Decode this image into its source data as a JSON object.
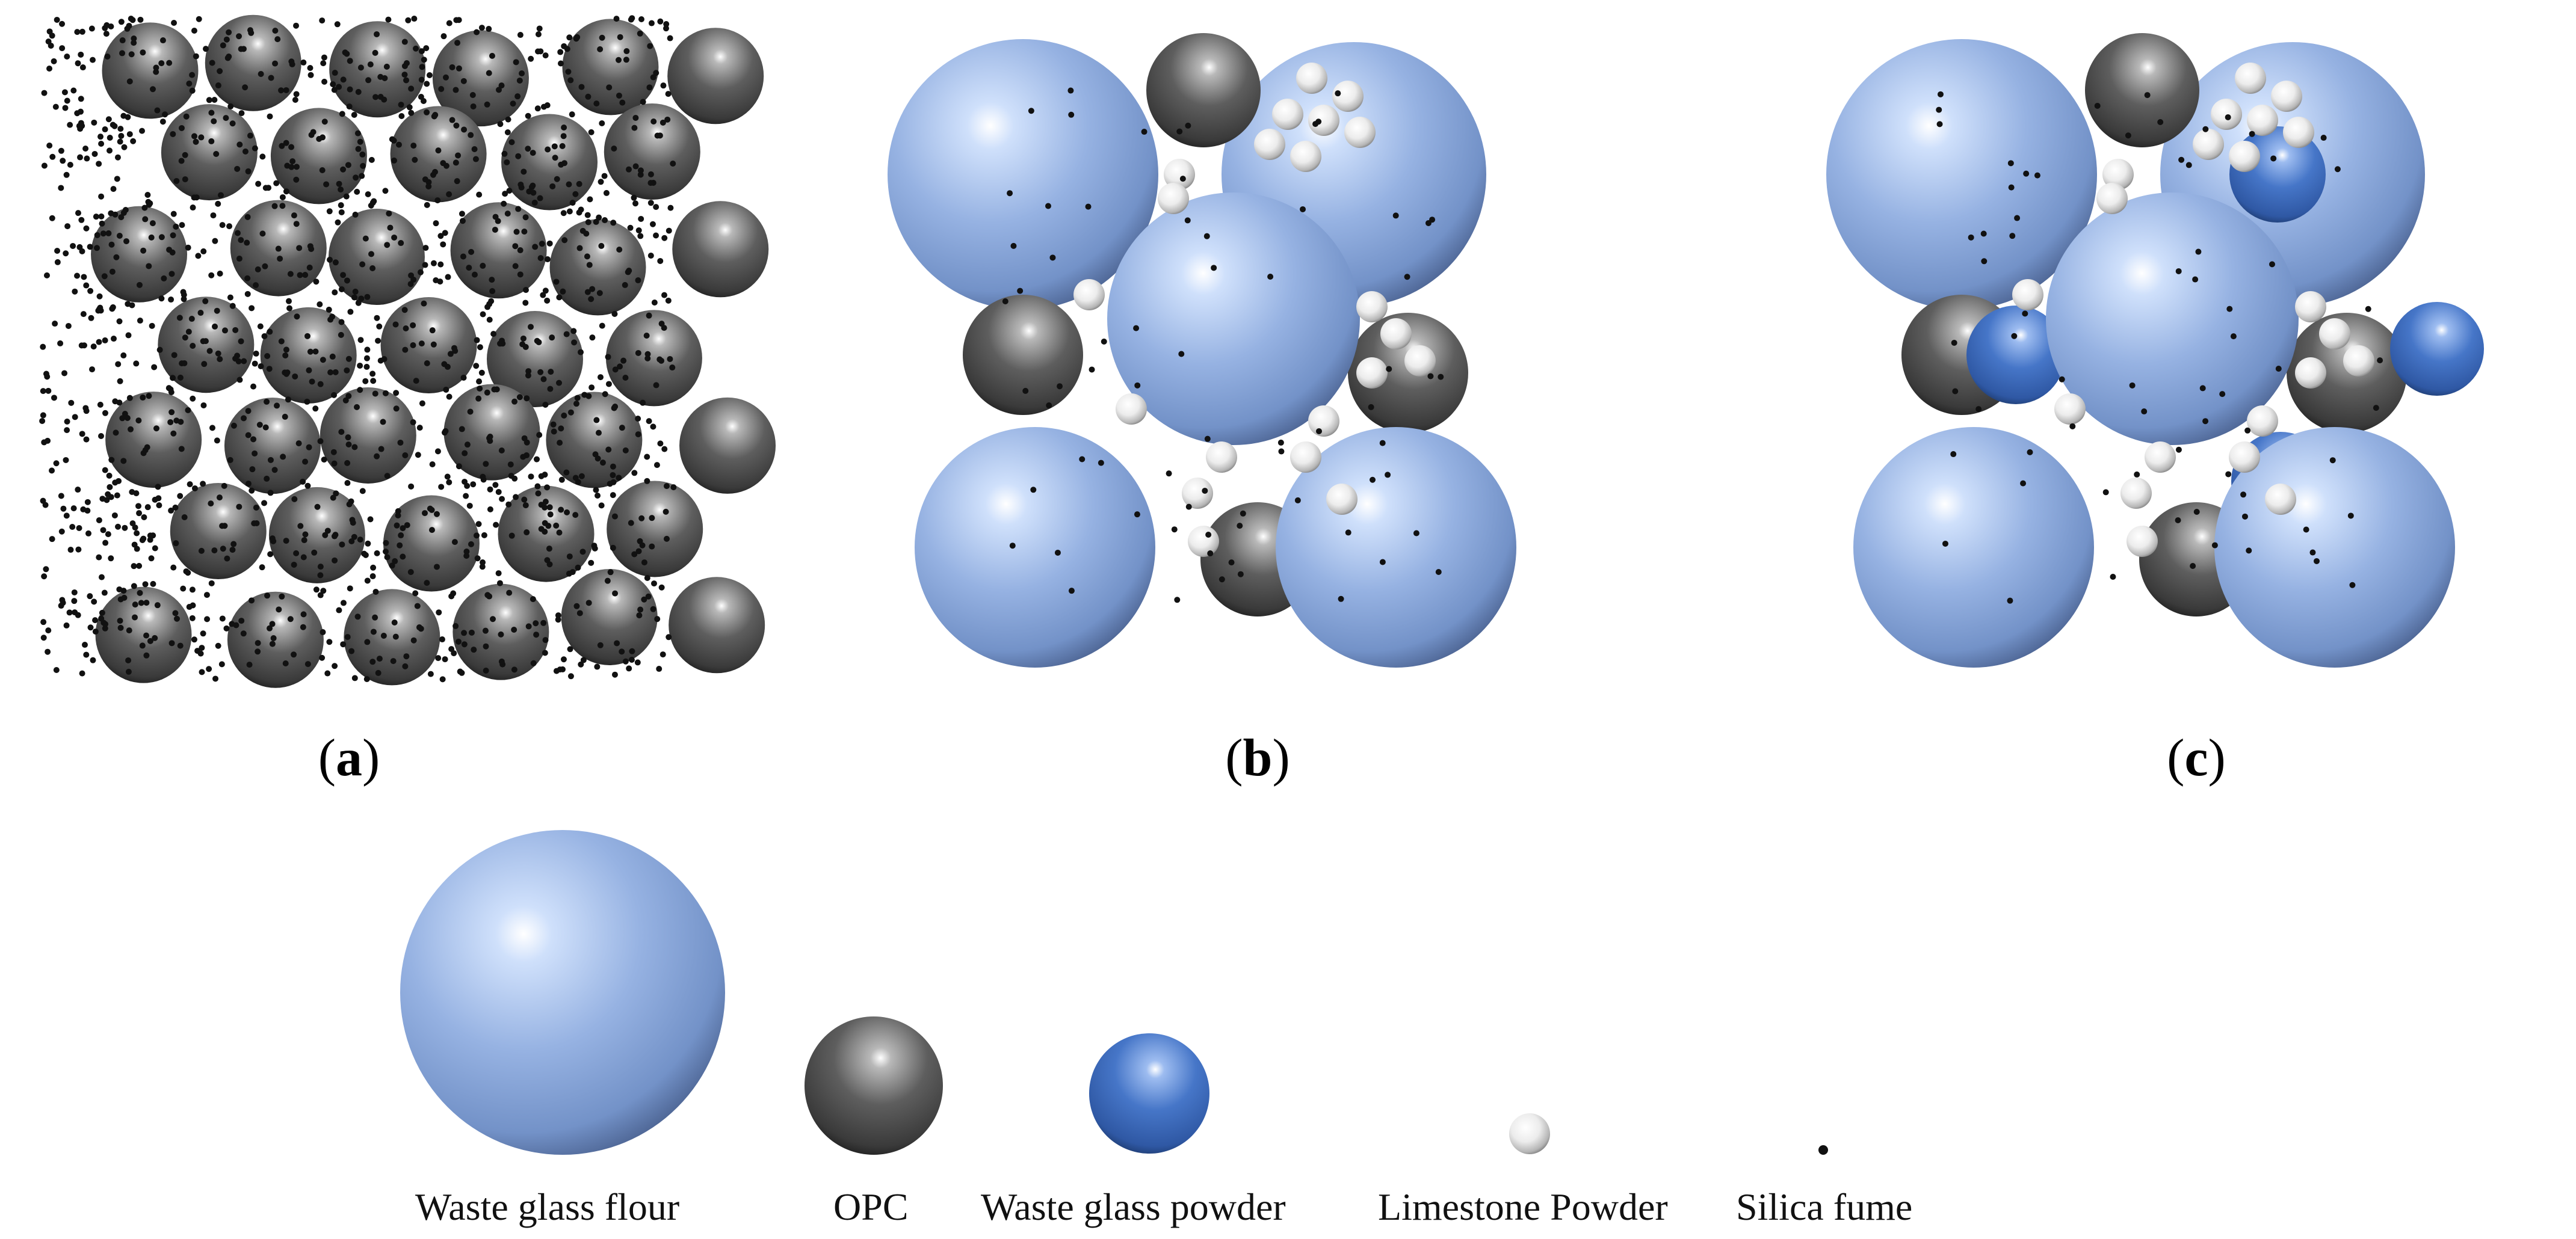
{
  "panels": [
    {
      "id": "a",
      "label_open": "(",
      "letter": "a",
      "label_close": ")"
    },
    {
      "id": "b",
      "label_open": "(",
      "letter": "b",
      "label_close": ")"
    },
    {
      "id": "c",
      "label_open": "(",
      "letter": "c",
      "label_close": ")"
    }
  ],
  "legend": [
    {
      "key": "waste_glass_flour",
      "label": "Waste glass flour",
      "color": "#8eabde"
    },
    {
      "key": "opc",
      "label": "OPC",
      "color": "#4a4a4a"
    },
    {
      "key": "waste_glass_powder",
      "label": "Waste glass powder",
      "color": "#3f6fc0"
    },
    {
      "key": "limestone_powder",
      "label": "Limestone Powder",
      "color": "#e6e6e6"
    },
    {
      "key": "silica_fume",
      "label": "Silica fume",
      "color": "#000000"
    }
  ]
}
